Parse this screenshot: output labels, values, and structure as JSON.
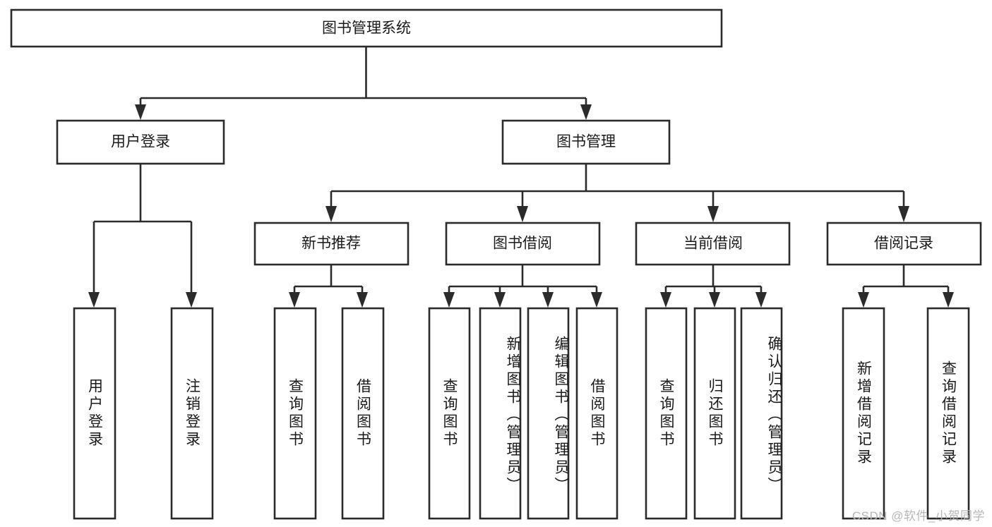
{
  "diagram": {
    "type": "hierarchy-tree",
    "title": "图书管理系统",
    "root": {
      "id": "root",
      "label": "图书管理系统",
      "orientation": "horizontal"
    },
    "level2": [
      {
        "id": "user-login",
        "label": "用户登录",
        "orientation": "horizontal"
      },
      {
        "id": "book-management",
        "label": "图书管理",
        "orientation": "horizontal"
      }
    ],
    "level3": [
      {
        "id": "new-book-recommend",
        "label": "新书推荐",
        "orientation": "horizontal",
        "parent": "book-management"
      },
      {
        "id": "book-borrow",
        "label": "图书借阅",
        "orientation": "horizontal",
        "parent": "book-management"
      },
      {
        "id": "current-borrow",
        "label": "当前借阅",
        "orientation": "horizontal",
        "parent": "book-management"
      },
      {
        "id": "borrow-record",
        "label": "借阅记录",
        "orientation": "horizontal",
        "parent": "book-management"
      }
    ],
    "leaves": [
      {
        "id": "leaf-user-login",
        "label": "用户登录",
        "orientation": "vertical",
        "parent": "user-login"
      },
      {
        "id": "leaf-logout-login",
        "label": "注销登录",
        "orientation": "vertical",
        "parent": "user-login"
      },
      {
        "id": "leaf-query-book-1",
        "label": "查询图书",
        "orientation": "vertical",
        "parent": "new-book-recommend"
      },
      {
        "id": "leaf-borrow-book-1",
        "label": "借阅图书",
        "orientation": "vertical",
        "parent": "new-book-recommend"
      },
      {
        "id": "leaf-query-book-2",
        "label": "查询图书",
        "orientation": "vertical",
        "parent": "book-borrow"
      },
      {
        "id": "leaf-add-book",
        "label": "新增图书（管理员）",
        "orientation": "vertical",
        "parent": "book-borrow"
      },
      {
        "id": "leaf-edit-book",
        "label": "编辑图书（管理员）",
        "orientation": "vertical",
        "parent": "book-borrow"
      },
      {
        "id": "leaf-borrow-book-2",
        "label": "借阅图书",
        "orientation": "vertical",
        "parent": "book-borrow"
      },
      {
        "id": "leaf-query-book-3",
        "label": "查询图书",
        "orientation": "vertical",
        "parent": "current-borrow"
      },
      {
        "id": "leaf-return-book",
        "label": "归还图书",
        "orientation": "vertical",
        "parent": "current-borrow"
      },
      {
        "id": "leaf-confirm-return",
        "label": "确认归还（管理员）",
        "orientation": "vertical",
        "parent": "current-borrow"
      },
      {
        "id": "leaf-add-record",
        "label": "新增借阅记录",
        "orientation": "vertical",
        "parent": "borrow-record"
      },
      {
        "id": "leaf-query-record",
        "label": "查询借阅记录",
        "orientation": "vertical",
        "parent": "borrow-record"
      }
    ]
  },
  "watermark": {
    "text": "CSDN @软件_小贺同学"
  },
  "colors": {
    "box_stroke": "#2b2b2b",
    "box_fill": "#ffffff",
    "text": "#1a1a1a",
    "watermark": "#b7b7b7",
    "background": "#ffffff"
  }
}
